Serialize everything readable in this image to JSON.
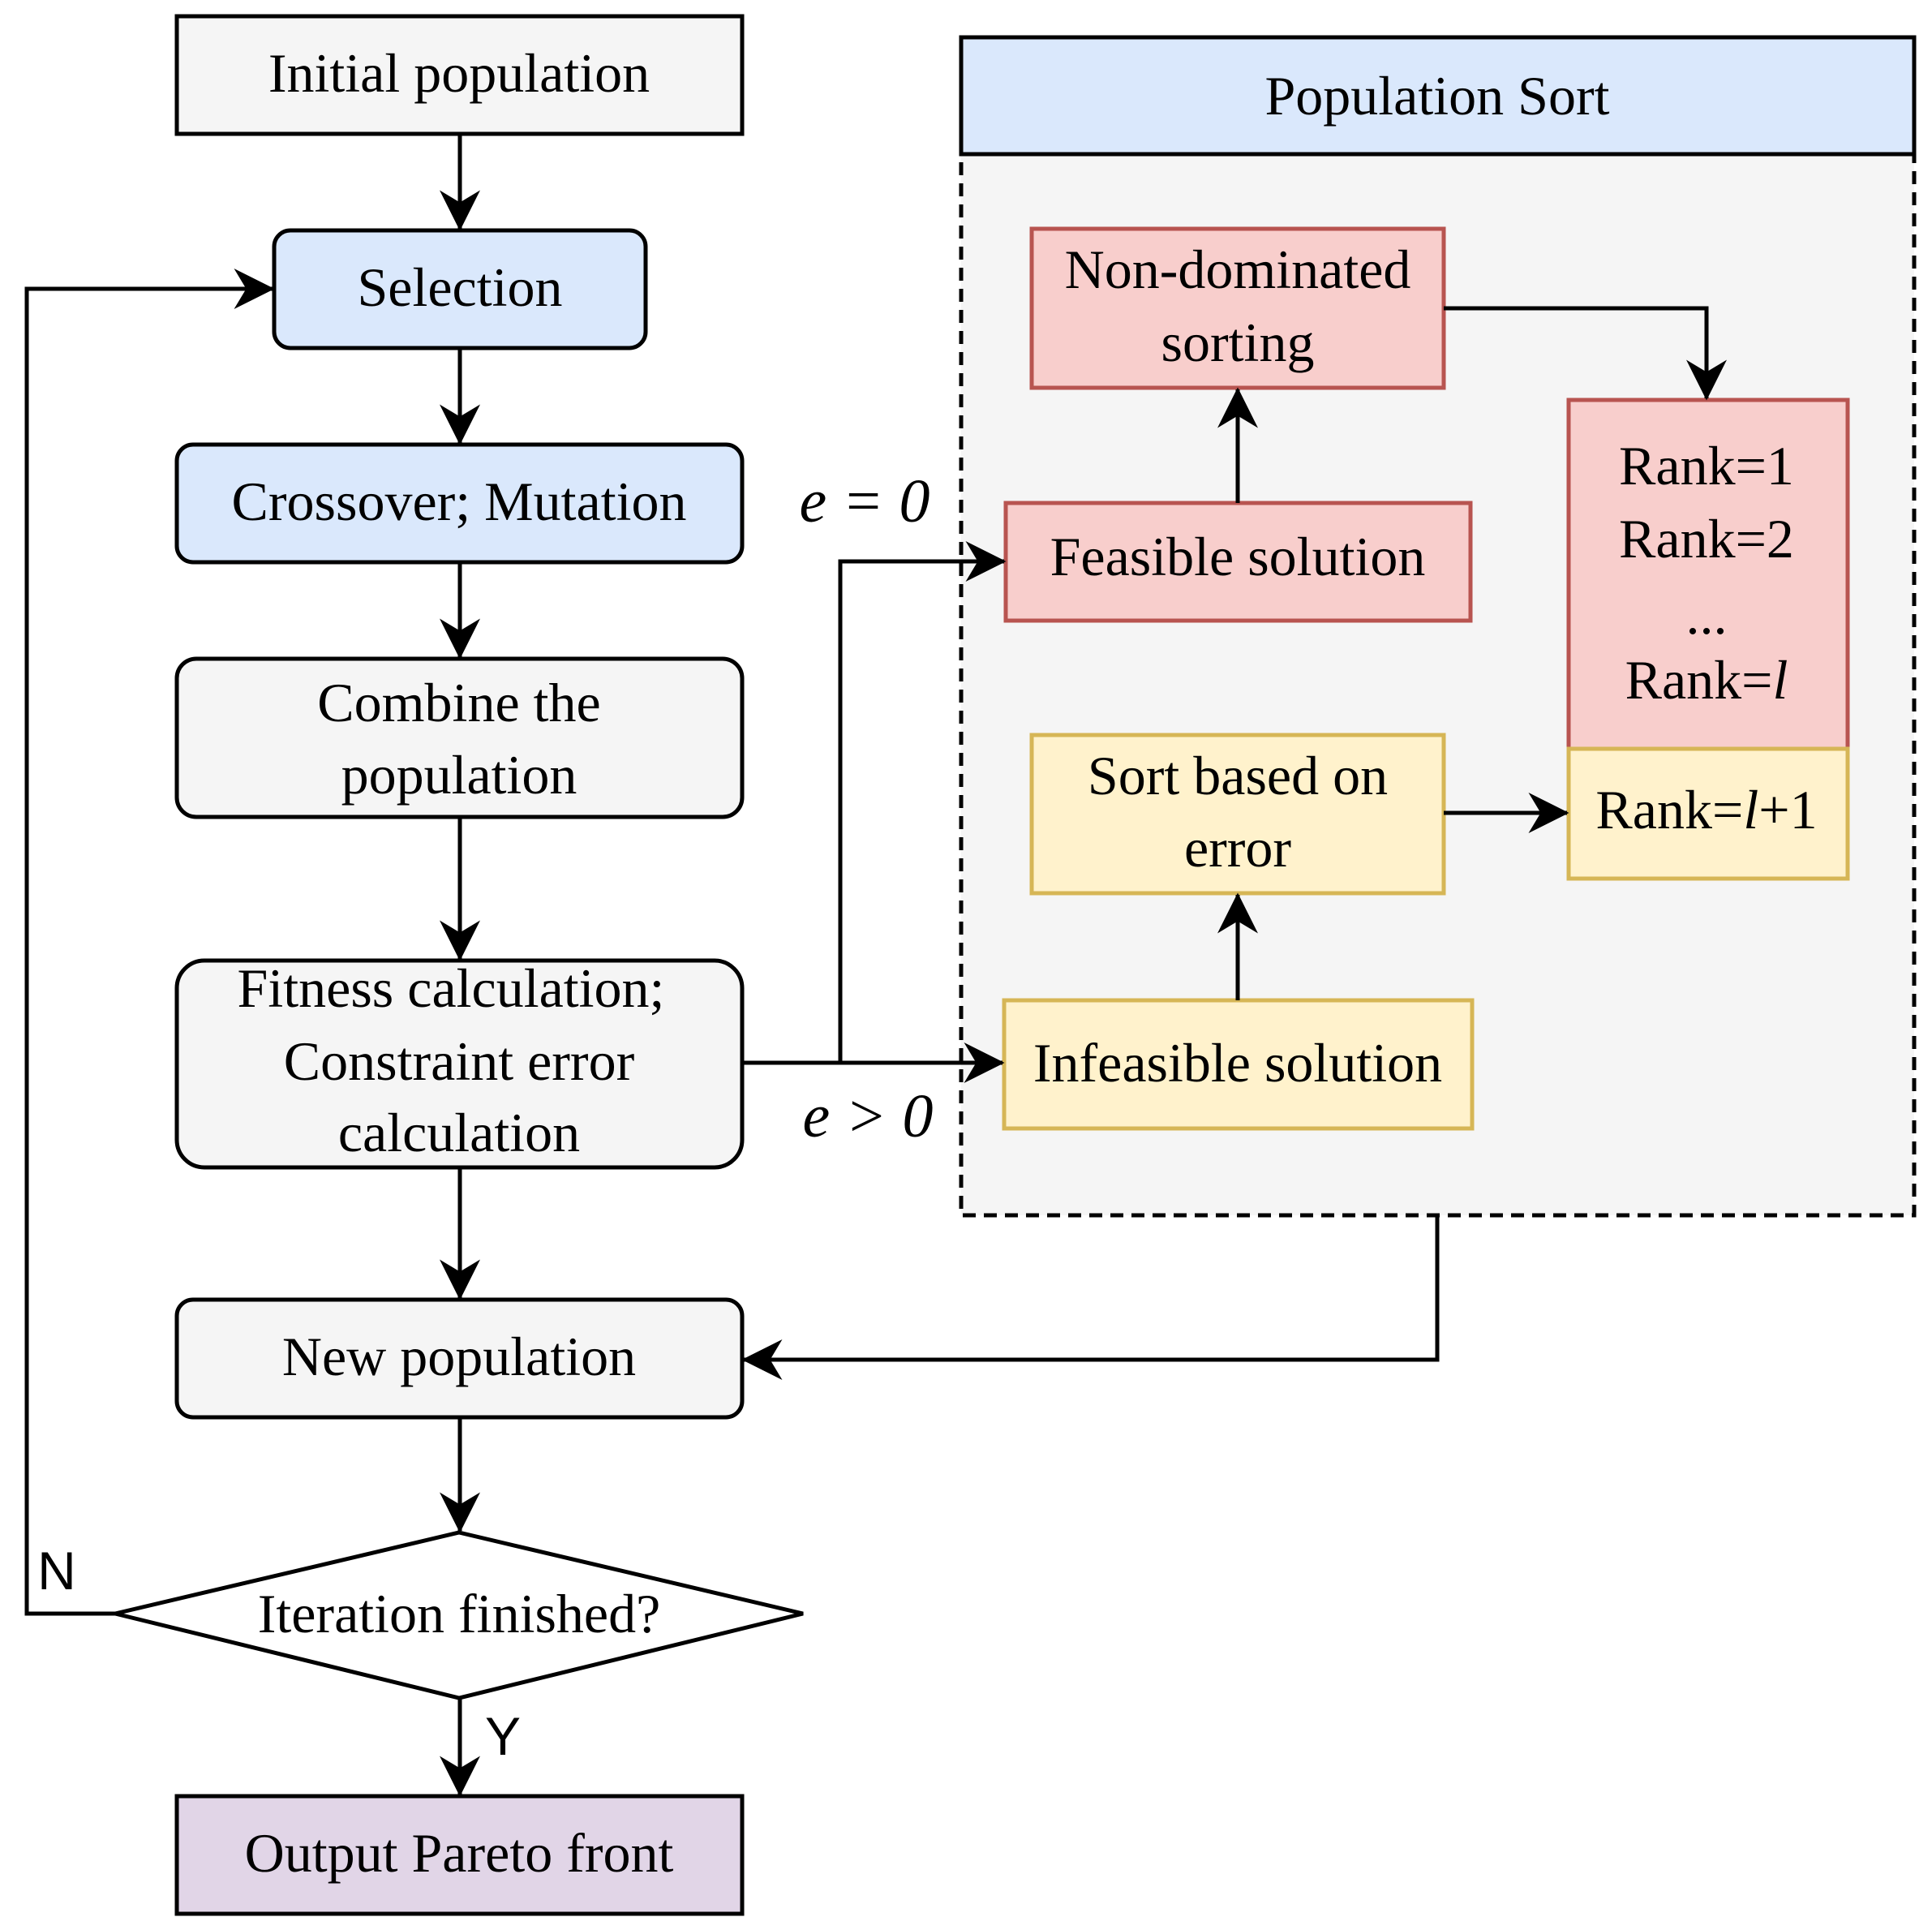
{
  "nodes": {
    "initial_population": "Initial population",
    "selection": "Selection",
    "crossover_mutation": "Crossover; Mutation",
    "combine_line1": "Combine the",
    "combine_line2": "population",
    "fitness_line1": "Fitness calculation;",
    "fitness_line2": "Constraint error",
    "fitness_line3": "calculation",
    "new_population": "New population",
    "iteration_finished": "Iteration finished?",
    "output_pareto_front": "Output Pareto front"
  },
  "population_sort": {
    "title": "Population Sort",
    "nondominated_line1": "Non-dominated",
    "nondominated_line2": "sorting",
    "feasible_solution": "Feasible solution",
    "infeasible_solution": "Infeasible solution",
    "sort_error_line1": "Sort based on",
    "sort_error_line2": "error",
    "rank1": "Rank=1",
    "rank2": "Rank=2",
    "rank_dots": "...",
    "rank_l_prefix": "Rank=",
    "rank_l_var": "l",
    "rank_l1_prefix": "Rank=",
    "rank_l1_var": "l",
    "rank_l1_suffix": "+1"
  },
  "edge_labels": {
    "e_zero": "e = 0",
    "e_positive": "e > 0",
    "no": "N",
    "yes": "Y"
  },
  "colors": {
    "gray_fill": "#f5f5f5",
    "blue_fill": "#dae8fc",
    "red_fill": "#f8cecc",
    "red_stroke": "#b85450",
    "yellow_fill": "#fff2cc",
    "yellow_stroke": "#d6b656",
    "purple_fill": "#e1d5e7",
    "container_fill": "#f5f5f5"
  }
}
